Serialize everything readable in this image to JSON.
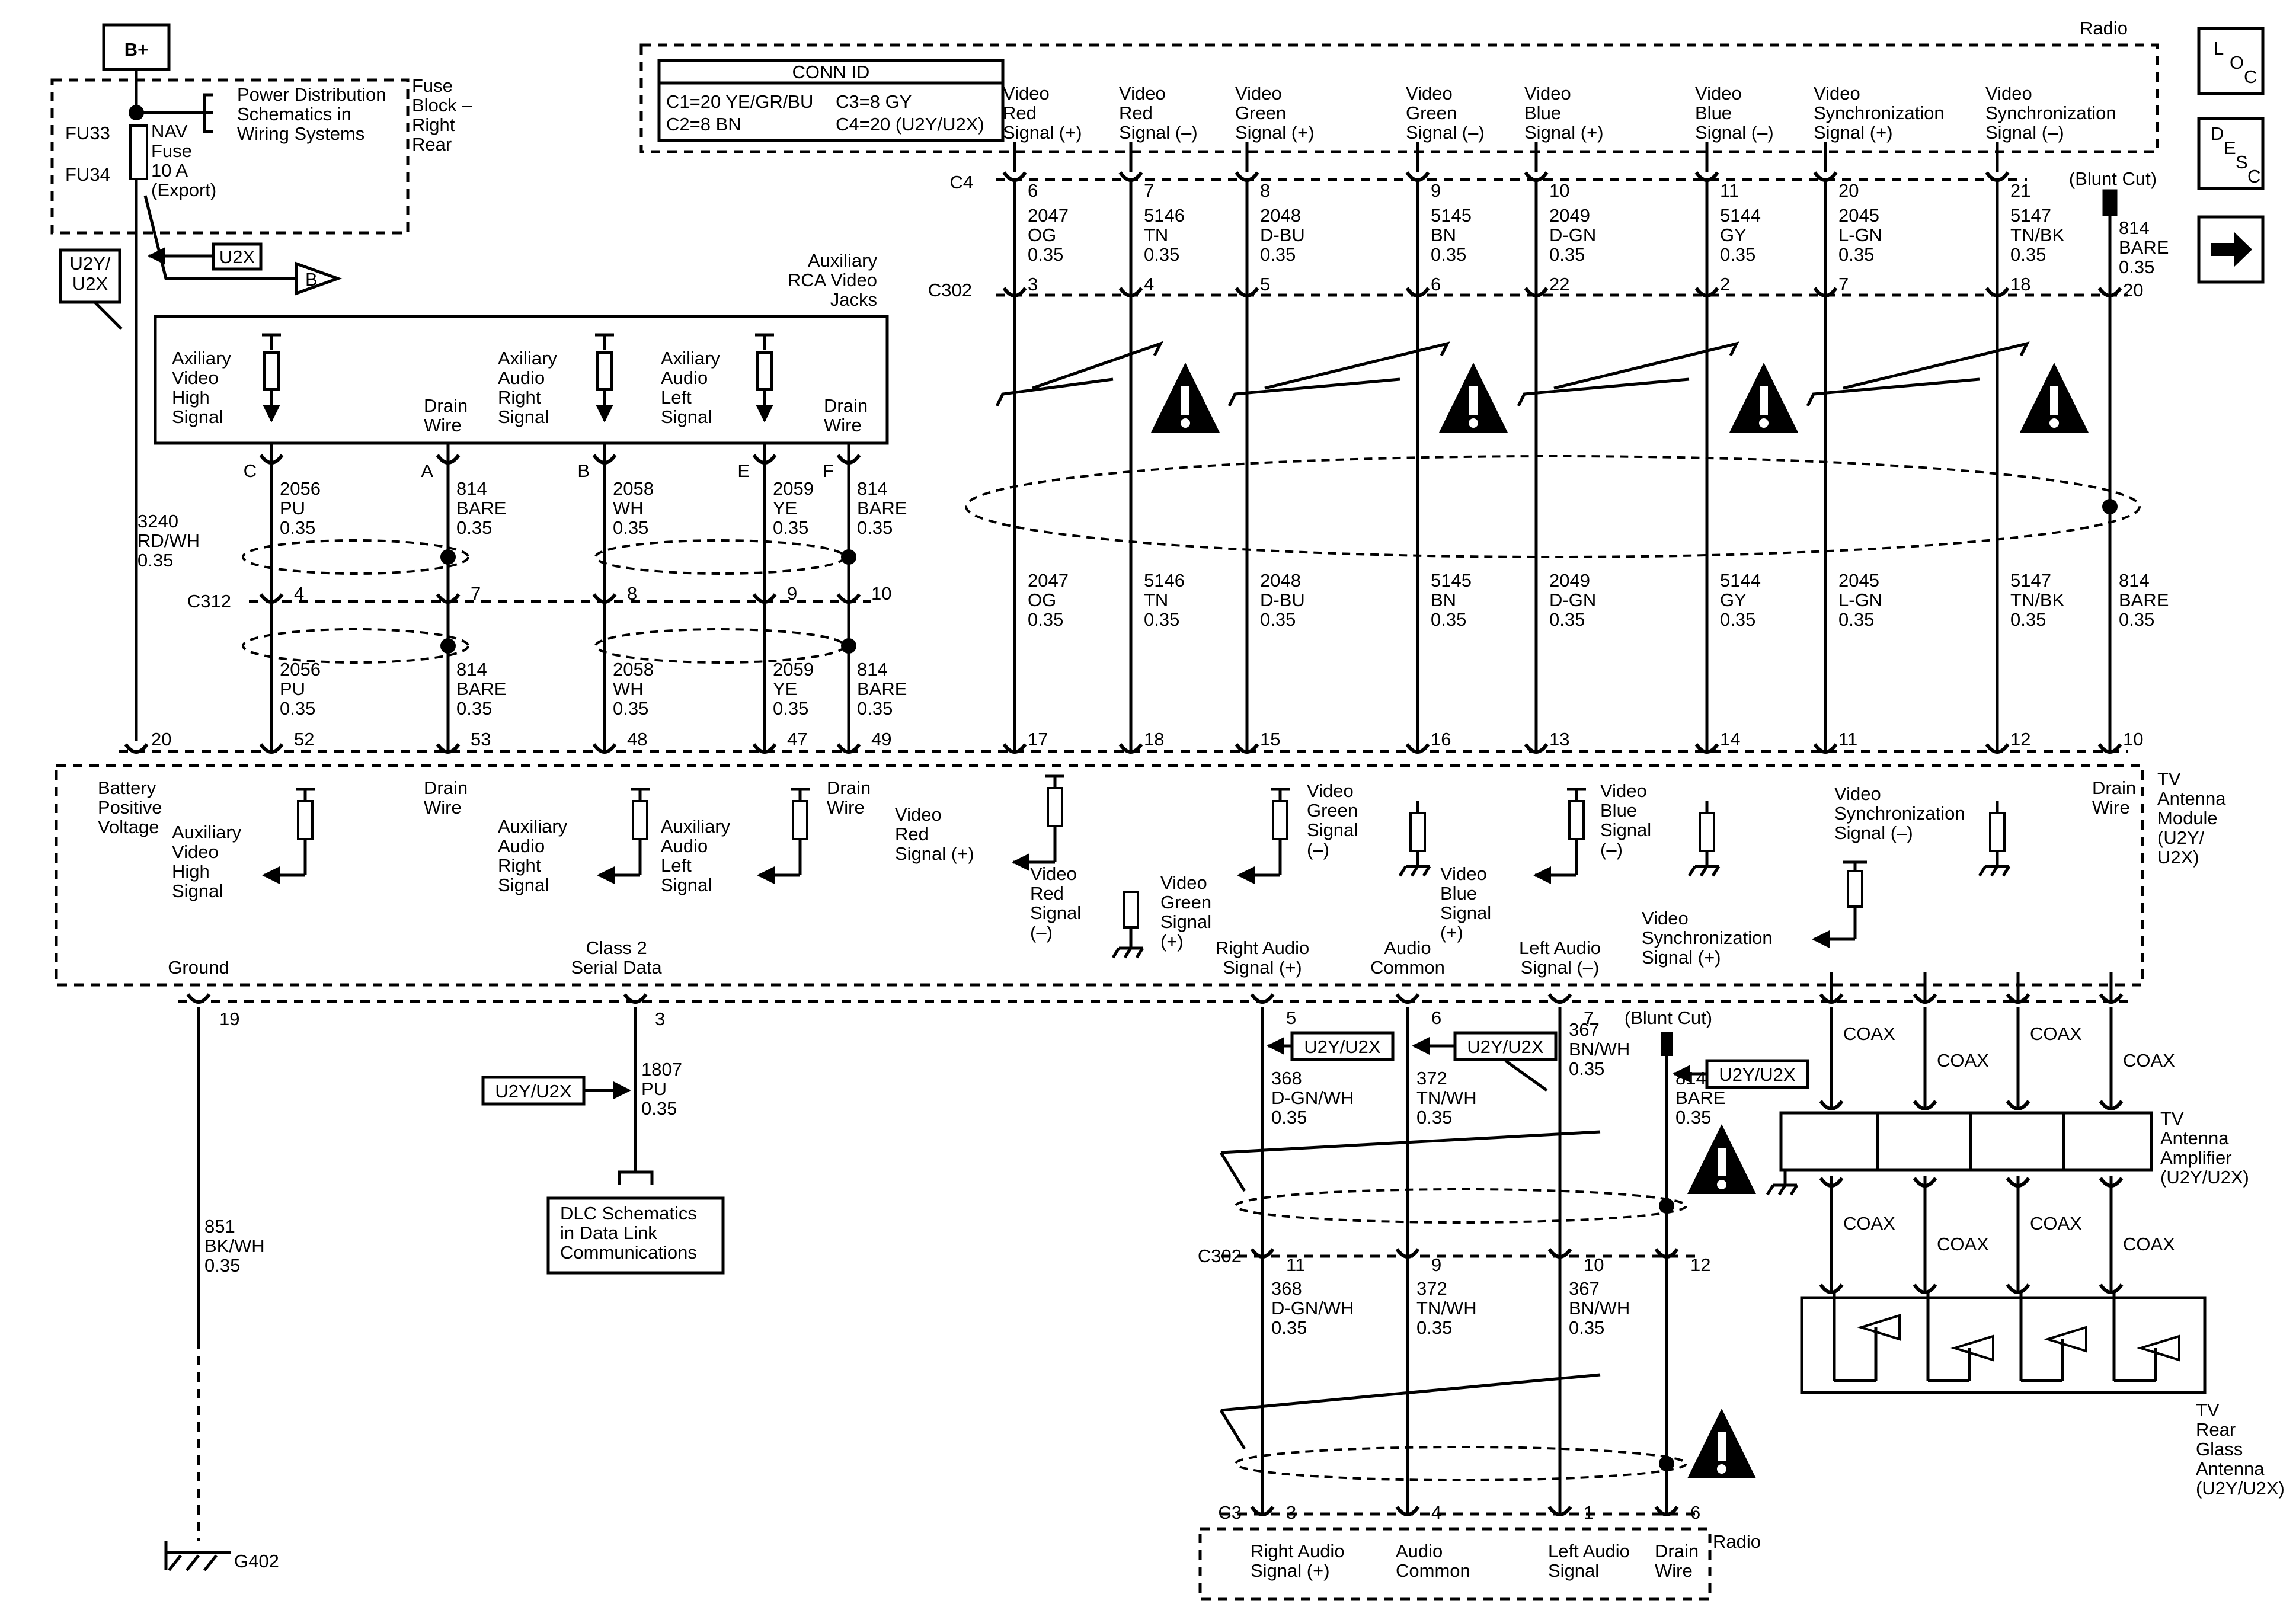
{
  "power": {
    "bplus": "B+",
    "pd_ref": [
      "Power Distribution",
      "Schematics in",
      "Wiring Systems"
    ],
    "fuse_block": [
      "Fuse",
      "Block –",
      "Right",
      "Rear"
    ],
    "fu33": "FU33",
    "fu34": "FU34",
    "fuse_name": [
      "NAV",
      "Fuse",
      "10 A",
      "(Export)"
    ],
    "u2x_tag": "U2X",
    "b_ref": "B",
    "u2y_tag": [
      "U2Y/",
      "U2X"
    ],
    "wire": [
      "3240",
      "RD/WH",
      "0.35"
    ]
  },
  "nav_icons": {
    "loc": [
      "L",
      "O",
      "C"
    ],
    "desc": [
      "D",
      "E",
      "S",
      "C"
    ],
    "next": "next-arrow"
  },
  "radio_top": {
    "title": "Radio",
    "conn_id_title": "CONN ID",
    "conn_c1": "C1=20 YE/GR/BU",
    "conn_c3": "C3=8 GY",
    "conn_c2": "C2=8 BN",
    "conn_c4": "C4=20 (U2Y/U2X)",
    "c4": "C4",
    "c302": "C302",
    "blunt_cut": "(Blunt Cut)"
  },
  "video_columns": [
    {
      "label": [
        "Video",
        "Red",
        "Signal (+)"
      ],
      "c4_pin": "6",
      "wire_top": [
        "2047",
        "OG",
        "0.35"
      ],
      "c302_pin": "3",
      "wire_mid": [
        "2047",
        "OG",
        "0.35"
      ],
      "mod_pin": "17"
    },
    {
      "label": [
        "Video",
        "Red",
        "Signal (–)"
      ],
      "c4_pin": "7",
      "wire_top": [
        "5146",
        "TN",
        "0.35"
      ],
      "c302_pin": "4",
      "wire_mid": [
        "5146",
        "TN",
        "0.35"
      ],
      "mod_pin": "18"
    },
    {
      "label": [
        "Video",
        "Green",
        "Signal (+)"
      ],
      "c4_pin": "8",
      "wire_top": [
        "2048",
        "D-BU",
        "0.35"
      ],
      "c302_pin": "5",
      "wire_mid": [
        "2048",
        "D-BU",
        "0.35"
      ],
      "mod_pin": "15"
    },
    {
      "label": [
        "Video",
        "Green",
        "Signal (–)"
      ],
      "c4_pin": "9",
      "wire_top": [
        "5145",
        "BN",
        "0.35"
      ],
      "c302_pin": "6",
      "wire_mid": [
        "5145",
        "BN",
        "0.35"
      ],
      "mod_pin": "16"
    },
    {
      "label": [
        "Video",
        "Blue",
        "Signal (+)"
      ],
      "c4_pin": "10",
      "wire_top": [
        "2049",
        "D-GN",
        "0.35"
      ],
      "c302_pin": "22",
      "wire_mid": [
        "2049",
        "D-GN",
        "0.35"
      ],
      "mod_pin": "13"
    },
    {
      "label": [
        "Video",
        "Blue",
        "Signal (–)"
      ],
      "c4_pin": "11",
      "wire_top": [
        "5144",
        "GY",
        "0.35"
      ],
      "c302_pin": "2",
      "wire_mid": [
        "5144",
        "GY",
        "0.35"
      ],
      "mod_pin": "14"
    },
    {
      "label": [
        "Video",
        "Synchronization",
        "Signal (+)"
      ],
      "c4_pin": "20",
      "wire_top": [
        "2045",
        "L-GN",
        "0.35"
      ],
      "c302_pin": "7",
      "wire_mid": [
        "2045",
        "L-GN",
        "0.35"
      ],
      "mod_pin": "11"
    },
    {
      "label": [
        "Video",
        "Synchronization",
        "Signal (–)"
      ],
      "c4_pin": "21",
      "wire_top": [
        "5147",
        "TN/BK",
        "0.35"
      ],
      "c302_pin": "18",
      "wire_mid": [
        "5147",
        "TN/BK",
        "0.35"
      ],
      "mod_pin": "12"
    }
  ],
  "drain_top": {
    "wire_top": [
      "814",
      "BARE",
      "0.35"
    ],
    "c302_pin": "20",
    "wire_mid": [
      "814",
      "BARE",
      "0.35"
    ],
    "mod_pin": "10"
  },
  "aux_jacks": {
    "title": [
      "Auxiliary",
      "RCA Video",
      "Jacks"
    ],
    "c312": "C312",
    "columns": [
      {
        "label": [
          "Axiliary",
          "Video",
          "High",
          "Signal"
        ],
        "pin": "C",
        "wire1": [
          "2056",
          "PU",
          "0.35"
        ],
        "c312_pin": "4",
        "wire2": [
          "2056",
          "PU",
          "0.35"
        ],
        "mod_pin": "52"
      },
      {
        "label": [
          "Drain",
          "Wire"
        ],
        "pin": "A",
        "wire1": [
          "814",
          "BARE",
          "0.35"
        ],
        "c312_pin": "7",
        "wire2": [
          "814",
          "BARE",
          "0.35"
        ],
        "mod_pin": "53"
      },
      {
        "label": [
          "Axiliary",
          "Audio",
          "Right",
          "Signal"
        ],
        "pin": "B",
        "wire1": [
          "2058",
          "WH",
          "0.35"
        ],
        "c312_pin": "8",
        "wire2": [
          "2058",
          "WH",
          "0.35"
        ],
        "mod_pin": "48"
      },
      {
        "label": [
          "Axiliary",
          "Audio",
          "Left",
          "Signal"
        ],
        "pin": "E",
        "wire1": [
          "2059",
          "YE",
          "0.35"
        ],
        "c312_pin": "9",
        "wire2": [
          "2059",
          "YE",
          "0.35"
        ],
        "mod_pin": "47"
      },
      {
        "label": [
          "Drain",
          "Wire"
        ],
        "pin": "F",
        "wire1": [
          "814",
          "BARE",
          "0.35"
        ],
        "c312_pin": "10",
        "wire2": [
          "814",
          "BARE",
          "0.35"
        ],
        "mod_pin": "49"
      }
    ]
  },
  "module": {
    "title": [
      "TV",
      "Antenna",
      "Module",
      "(U2Y/",
      "U2X)"
    ],
    "batt_pin": "20",
    "labels": {
      "battery": [
        "Battery",
        "Positive",
        "Voltage"
      ],
      "aux_video": [
        "Auxiliary",
        "Video",
        "High",
        "Signal"
      ],
      "drain_a": [
        "Drain",
        "Wire"
      ],
      "aux_right": [
        "Auxiliary",
        "Audio",
        "Right",
        "Signal"
      ],
      "aux_left": [
        "Auxiliary",
        "Audio",
        "Left",
        "Signal"
      ],
      "drain_b": [
        "Drain",
        "Wire"
      ],
      "vr_plus": [
        "Video",
        "Red",
        "Signal (+)"
      ],
      "vr_minus": [
        "Video",
        "Red",
        "Signal",
        "(–)"
      ],
      "vg_plus": [
        "Video",
        "Green",
        "Signal",
        "(+)"
      ],
      "vg_minus": [
        "Video",
        "Green",
        "Signal",
        "(–)"
      ],
      "vb_plus": [
        "Video",
        "Blue",
        "Signal",
        "(+)"
      ],
      "vb_minus": [
        "Video",
        "Blue",
        "Signal",
        "(–)"
      ],
      "vs_plus": [
        "Video",
        "Synchronization",
        "Signal (+)"
      ],
      "vs_minus": [
        "Video",
        "Synchronization",
        "Signal (–)"
      ],
      "drain_c": [
        "Drain",
        "Wire"
      ],
      "ground": "Ground",
      "class2": [
        "Class 2",
        "Serial Data"
      ],
      "right_audio": [
        "Right Audio",
        "Signal (+)"
      ],
      "audio_common": [
        "Audio",
        "Common"
      ],
      "left_audio": [
        "Left Audio",
        "Signal (–)"
      ]
    },
    "pins": {
      "ground": "19",
      "class2": "3",
      "right_audio": "5",
      "audio_common": "6",
      "left_audio": "7"
    }
  },
  "ground": {
    "wire": [
      "851",
      "BK/WH",
      "0.35"
    ],
    "name": "G402"
  },
  "dlc": {
    "tag": "U2Y/U2X",
    "wire": [
      "1807",
      "PU",
      "0.35"
    ],
    "box": [
      "DLC Schematics",
      "in Data Link",
      "Communications"
    ]
  },
  "audio": {
    "tag": "U2Y/U2X",
    "blunt_cut": "(Blunt Cut)",
    "c302": "C302",
    "c3": "C3",
    "columns": [
      {
        "wire1": [
          "368",
          "D-GN/WH",
          "0.35"
        ],
        "c302_pin": "11",
        "wire2": [
          "368",
          "D-GN/WH",
          "0.35"
        ],
        "c3_pin": "3",
        "label": [
          "Right Audio",
          "Signal (+)"
        ]
      },
      {
        "wire1": [
          "372",
          "TN/WH",
          "0.35"
        ],
        "c302_pin": "9",
        "wire2": [
          "372",
          "TN/WH",
          "0.35"
        ],
        "c3_pin": "4",
        "label": [
          "Audio",
          "Common"
        ]
      },
      {
        "wire1": [
          "367",
          "BN/WH",
          "0.35"
        ],
        "c302_pin": "10",
        "wire2": [
          "367",
          "BN/WH",
          "0.35"
        ],
        "c3_pin": "1",
        "label": [
          "Left Audio",
          "Signal"
        ]
      },
      {
        "wire1": [
          "814",
          "BARE",
          "0.35"
        ],
        "c302_pin": "12",
        "wire2": [],
        "c3_pin": "6",
        "label": [
          "Drain",
          "Wire"
        ]
      }
    ],
    "radio": "Radio"
  },
  "antenna": {
    "coax": "COAX",
    "amp_title": [
      "TV",
      "Antenna",
      "Amplifier",
      "(U2Y/U2X)"
    ],
    "glass_title": [
      "TV",
      "Rear",
      "Glass",
      "Antenna",
      "(U2Y/U2X)"
    ]
  }
}
